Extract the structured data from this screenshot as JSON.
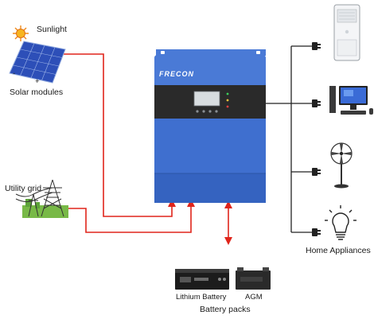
{
  "inverter": {
    "brand": "FRECON"
  },
  "inputs": {
    "sun": {
      "label": "Sunlight"
    },
    "solar": {
      "label": "Solar modules",
      "minus": "-",
      "plus": "+"
    },
    "grid": {
      "label": "Utility grid"
    }
  },
  "loads": {
    "label": "Home Appliances",
    "items": [
      "air-conditioner",
      "desktop-computer",
      "floor-fan",
      "light-bulb"
    ]
  },
  "storage": {
    "lithium": {
      "label": "Lithium Battery"
    },
    "agm": {
      "label": "AGM"
    },
    "caption": "Battery packs"
  },
  "colors": {
    "inverter_body": "#3f6fcf",
    "inverter_panel": "#2a2a2a",
    "wire_input": "#e0251b",
    "wire_output": "#222222"
  }
}
